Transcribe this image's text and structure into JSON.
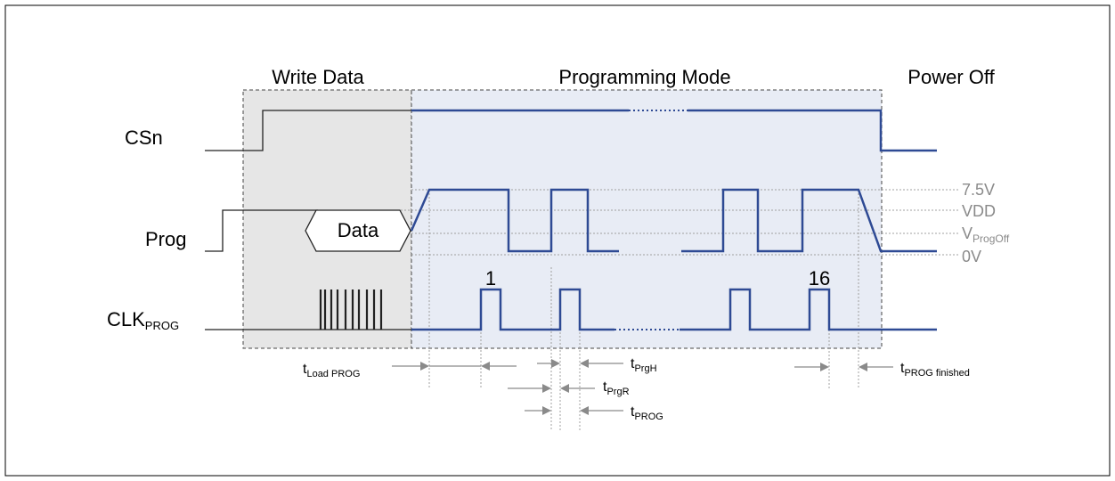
{
  "sections": {
    "write": "Write Data",
    "program": "Programming Mode",
    "power_off": "Power Off"
  },
  "signals": {
    "csn": "CSn",
    "prog": "Prog",
    "clk_main": "CLK",
    "clk_sub": "PROG",
    "data": "Data"
  },
  "levels": {
    "v75": "7.5V",
    "vdd": "VDD",
    "vprogoff_main": "V",
    "vprogoff_sub": "ProgOff",
    "v0": "0V"
  },
  "pulses": {
    "first": "1",
    "last": "16"
  },
  "timing": {
    "tload_main": "t",
    "tload_sub": "Load PROG",
    "tprgh_main": "t",
    "tprgh_sub": "PrgH",
    "tprgr_main": "t",
    "tprgr_sub": "PrgR",
    "tprog_main": "t",
    "tprog_sub": "PROG",
    "tfin_main": "t",
    "tfin_sub": "PROG finished"
  },
  "colors": {
    "write_region": "#e6e6e6",
    "program_region": "#e8ecf5",
    "waveform": "#2e4a94",
    "level_text": "#8a8a8a"
  }
}
